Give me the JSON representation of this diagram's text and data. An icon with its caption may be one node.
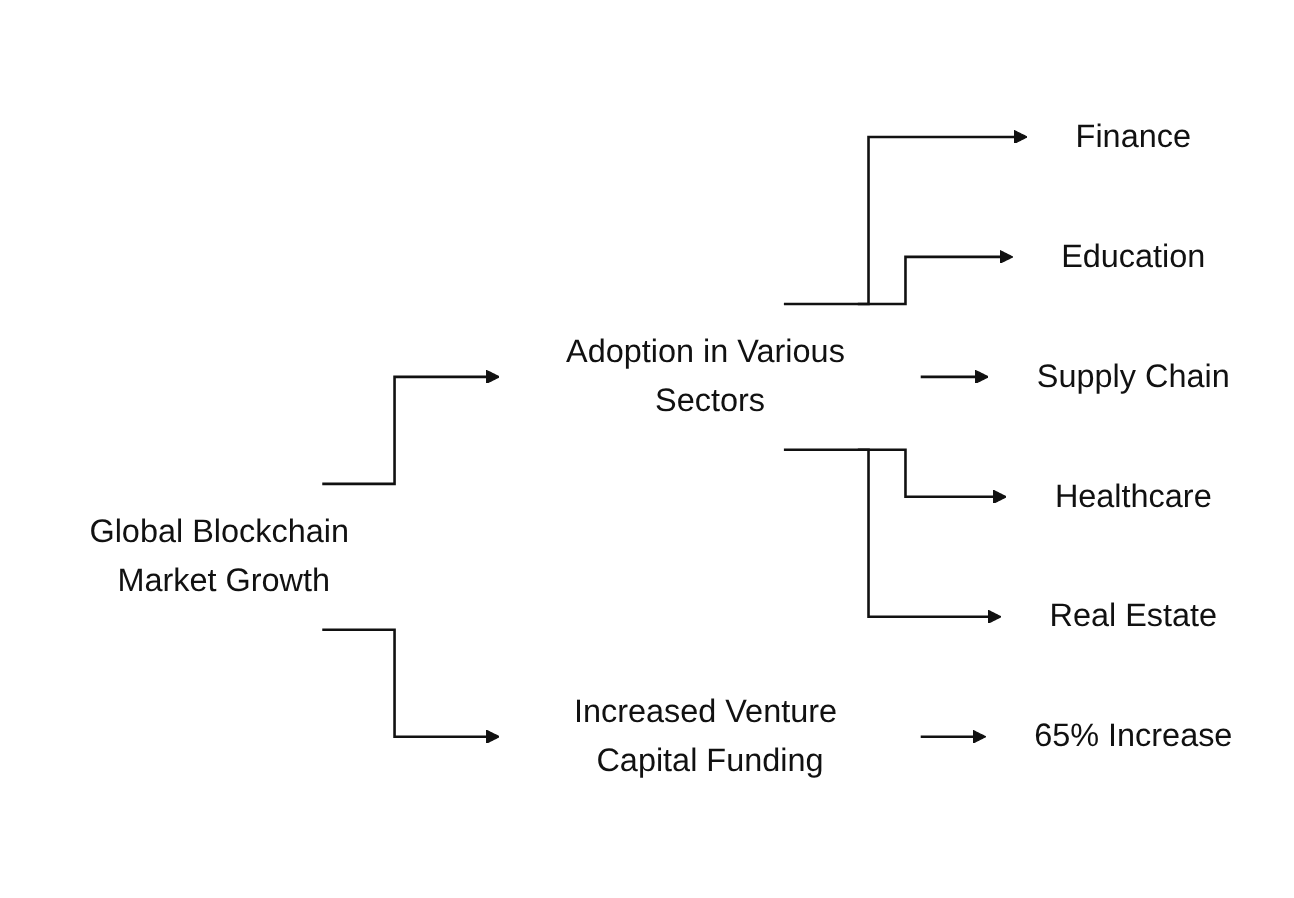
{
  "diagram": {
    "nodes": [
      {
        "text": [
          "Global Blockchain Market Growth"
        ]
      },
      {
        "text": [
          "Adoption in Various Sectors"
        ]
      },
      {
        "text": [
          "Increased Venture Capital Funding"
        ]
      },
      {
        "text": [
          "Finance"
        ]
      },
      {
        "text": [
          "Education"
        ]
      },
      {
        "text": [
          "Supply Chain"
        ]
      },
      {
        "text": [
          "Healthcare"
        ]
      },
      {
        "text": [
          "Real Estate"
        ]
      },
      {
        "text": [
          "65% Increase"
        ]
      }
    ],
    "edges": [
      {
        "from": 0,
        "to": 1,
        "arrow": "to"
      },
      {
        "from": 0,
        "to": 2,
        "arrow": "to"
      },
      {
        "from": 1,
        "to": 3,
        "arrow": "to"
      },
      {
        "from": 1,
        "to": 4,
        "arrow": "to"
      },
      {
        "from": 1,
        "to": 5,
        "arrow": "to"
      },
      {
        "from": 1,
        "to": 6,
        "arrow": "to"
      },
      {
        "from": 1,
        "to": 7,
        "arrow": "to"
      },
      {
        "from": 2,
        "to": 8,
        "arrow": "to"
      }
    ]
  }
}
